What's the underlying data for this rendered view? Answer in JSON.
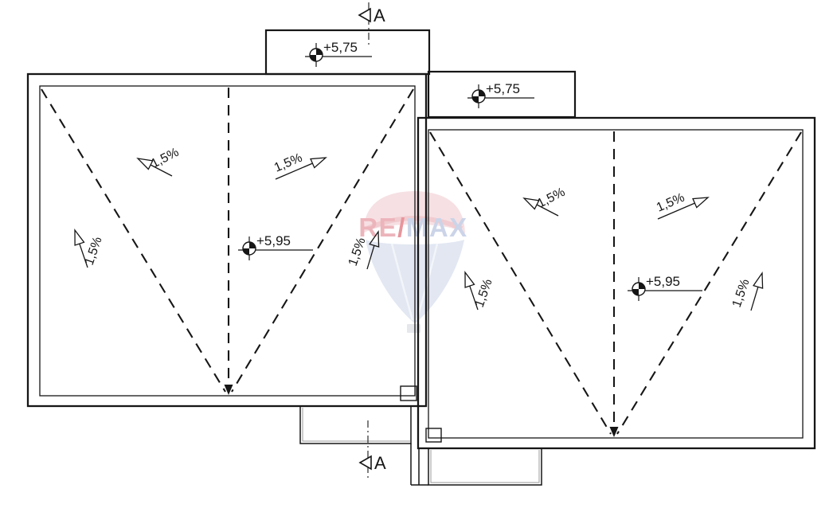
{
  "drawing": {
    "section_markers": [
      {
        "label": "A"
      },
      {
        "label": "A"
      }
    ],
    "elevation_markers": [
      {
        "value": "+5,75"
      },
      {
        "value": "+5,75"
      },
      {
        "value": "+5,95"
      },
      {
        "value": "+5,95"
      }
    ],
    "slope_arrows": [
      {
        "label": "1,5%"
      },
      {
        "label": "1,5%"
      },
      {
        "label": "1,5%"
      },
      {
        "label": "1,5%"
      },
      {
        "label": "1,5%"
      },
      {
        "label": "1,5%"
      },
      {
        "label": "1,5%"
      },
      {
        "label": "1,5%"
      }
    ],
    "watermark": {
      "re": "RE",
      "slash": "/",
      "max": "MAX"
    },
    "colors": {
      "line": "#161616",
      "watermark_red_text": "#e0848e",
      "watermark_slash": "#d9505c",
      "watermark_blue_text": "#a9b9da",
      "watermark_red_fill": "#e3a3ab",
      "watermark_blue_fill": "#b6c3de",
      "watermark_basket": "#c9cdd6"
    }
  }
}
